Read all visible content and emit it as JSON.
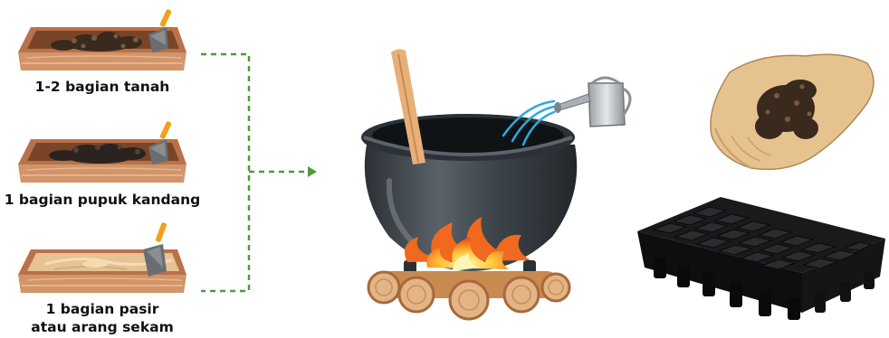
{
  "ingredients": [
    {
      "label": "1-2 bagian tanah"
    },
    {
      "label": "1 bagian pupuk kandang"
    },
    {
      "label_line1": "1 bagian pasir",
      "label_line2": "atau arang sekam"
    }
  ],
  "colors": {
    "tray_wood": "#c8855a",
    "tray_wood_dark": "#9a5c36",
    "soil": "#3a2a1e",
    "sand": "#e8c79a",
    "connector": "#4f9a3a",
    "pot": "#3c4247",
    "flame_outer": "#f0691f",
    "flame_inner": "#ffd23a",
    "log": "#d79a6a",
    "hand": "#e6c28e",
    "seed_tray": "#1c1c1e"
  }
}
